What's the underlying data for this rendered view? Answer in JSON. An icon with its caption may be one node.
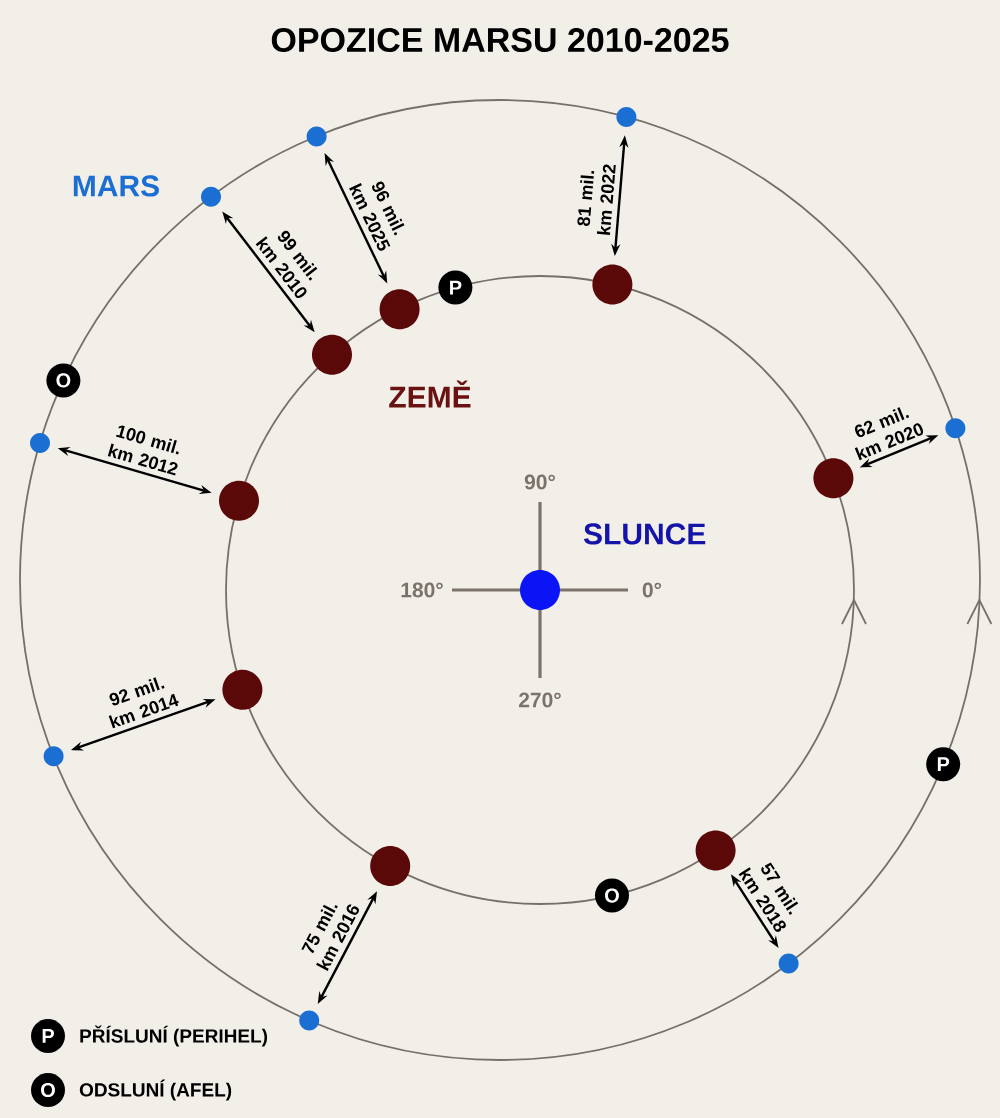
{
  "diagram": {
    "title": "OPOZICE MARSU 2010-2025",
    "nodes": [
      {
        "text": [],
        "shape": "circle",
        "beside": [
          "SLUNCE"
        ]
      },
      {
        "text": [],
        "shape": "circle"
      },
      {
        "text": [],
        "shape": "circle"
      },
      {
        "text": [],
        "shape": "circle"
      },
      {
        "text": [],
        "shape": "circle"
      },
      {
        "text": [],
        "shape": "circle"
      },
      {
        "text": [],
        "shape": "circle"
      },
      {
        "text": [],
        "shape": "circle"
      },
      {
        "text": [],
        "shape": "circle"
      },
      {
        "text": [],
        "shape": "circle"
      },
      {
        "text": [],
        "shape": "circle"
      },
      {
        "text": [],
        "shape": "circle"
      },
      {
        "text": [],
        "shape": "circle"
      },
      {
        "text": [],
        "shape": "circle"
      },
      {
        "text": [],
        "shape": "circle"
      },
      {
        "text": [],
        "shape": "circle"
      },
      {
        "text": [],
        "shape": "circle"
      },
      {
        "text": [
          "P"
        ]
      },
      {
        "text": [
          "P"
        ]
      },
      {
        "text": [
          "O"
        ]
      },
      {
        "text": [
          "O"
        ]
      }
    ],
    "edges": [
      {
        "from": 1,
        "to": 2,
        "arrow": "both",
        "label": "99 mil. km 2010"
      },
      {
        "from": 3,
        "to": 4,
        "arrow": "both",
        "label": "100 mil. km 2012"
      },
      {
        "from": 5,
        "to": 6,
        "arrow": "both",
        "label": "92 mil. km 2014"
      },
      {
        "from": 7,
        "to": 8,
        "arrow": "both",
        "label": "75 mil. km 2016"
      },
      {
        "from": 9,
        "to": 10,
        "arrow": "both",
        "label": "57 mil. km 2018"
      },
      {
        "from": 11,
        "to": 12,
        "arrow": "both",
        "label": "62 mil. km 2020"
      },
      {
        "from": 13,
        "to": 14,
        "arrow": "both",
        "label": "81 mil. km 2022"
      },
      {
        "from": 15,
        "to": 16,
        "arrow": "both",
        "label": "96 mil. km 2025"
      }
    ],
    "labels": [
      "MARS",
      "ZEMĚ",
      "90°",
      "180°",
      "0°",
      "270°",
      "P",
      "O"
    ],
    "legend": [
      {
        "text": "PŘÍSLUNÍ (PERIHEL)"
      },
      {
        "text": "ODSLUNÍ (AFEL)"
      }
    ]
  }
}
